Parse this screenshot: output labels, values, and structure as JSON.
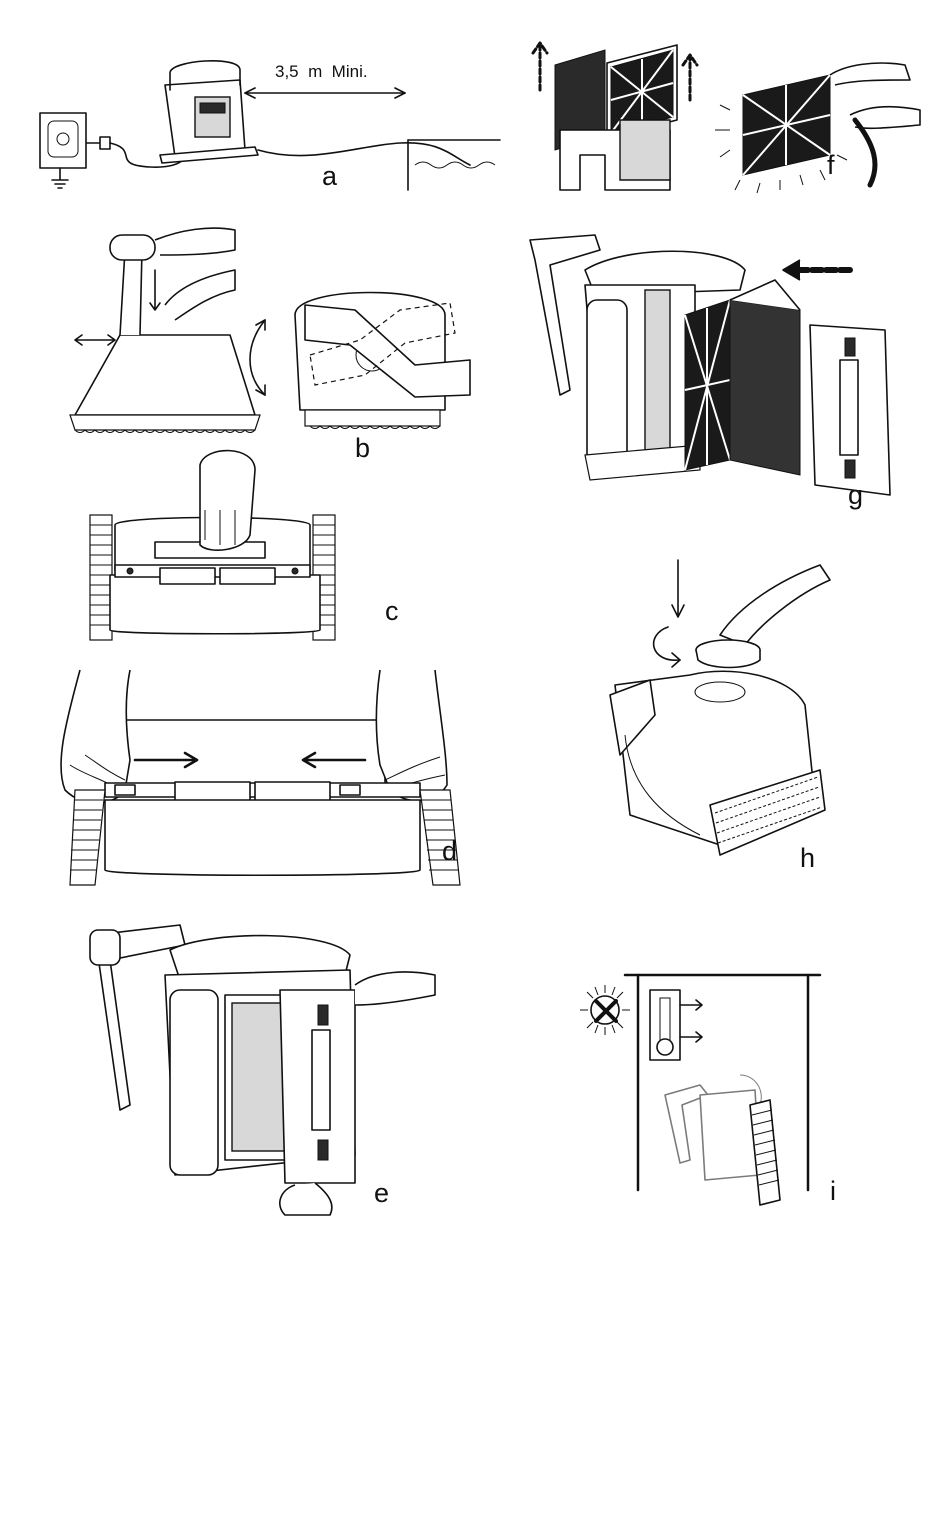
{
  "figures": [
    {
      "id": "a",
      "label": "a",
      "callout": "3,5  m  Mini.",
      "icon": "power-supply-outlet-icon"
    },
    {
      "id": "b",
      "label": "b",
      "icon": "handle-adjust-icon"
    },
    {
      "id": "c",
      "label": "c",
      "icon": "bottom-lid-icon"
    },
    {
      "id": "d",
      "label": "d",
      "icon": "lid-latches-icon"
    },
    {
      "id": "e",
      "label": "e",
      "icon": "remove-lid-icon"
    },
    {
      "id": "f",
      "label": "f",
      "icon": "filter-panels-icon"
    },
    {
      "id": "g",
      "label": "g",
      "icon": "filter-insert-icon"
    },
    {
      "id": "h",
      "label": "h",
      "icon": "impeller-cap-icon"
    },
    {
      "id": "i",
      "label": "i",
      "icon": "storage-shade-icon"
    }
  ]
}
